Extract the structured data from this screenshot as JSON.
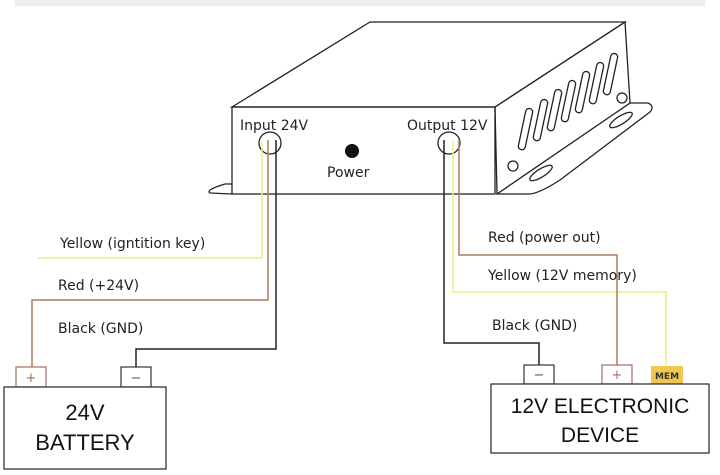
{
  "converter": {
    "input_label": "Input 24V",
    "output_label": "Output 12V",
    "power_label": "Power"
  },
  "wires": {
    "input": [
      {
        "label": "Yellow (igntition key)",
        "color": "#eeee88"
      },
      {
        "label": "Red (+24V)",
        "color": "#b07a60"
      },
      {
        "label": "Black (GND)",
        "color": "#222222"
      }
    ],
    "output": [
      {
        "label": "Red (power out)",
        "color": "#b07a60"
      },
      {
        "label": "Yellow (12V memory)",
        "color": "#eeee88"
      },
      {
        "label": "Black (GND)",
        "color": "#222222"
      }
    ]
  },
  "battery": {
    "line1": "24V",
    "line2": "BATTERY",
    "plus": "+",
    "minus": "−"
  },
  "device": {
    "line1": "12V ELECTRONIC",
    "line2": "DEVICE",
    "plus": "+",
    "minus": "−",
    "mem": "MEM",
    "mem_color": "#f0c850"
  }
}
